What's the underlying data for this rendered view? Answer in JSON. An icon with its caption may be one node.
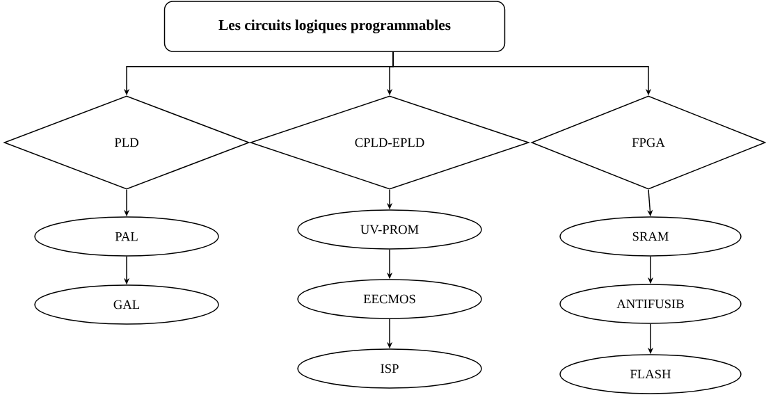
{
  "diagram": {
    "nodes": [
      {
        "text": [
          "Les circuits logiques programmables"
        ]
      },
      {
        "text": [
          "PLD"
        ]
      },
      {
        "text": [
          "CPLD-EPLD"
        ]
      },
      {
        "text": [
          "FPGA"
        ]
      },
      {
        "text": [
          "PAL"
        ]
      },
      {
        "text": [
          "GAL"
        ]
      },
      {
        "text": [
          "UV-PROM"
        ]
      },
      {
        "text": [
          "EECMOS"
        ]
      },
      {
        "text": [
          "ISP"
        ]
      },
      {
        "text": [
          "SRAM"
        ]
      },
      {
        "text": [
          "ANTIFUSIB"
        ]
      },
      {
        "text": [
          "FLASH"
        ]
      }
    ],
    "edges": [
      {
        "from": 0,
        "to": 1,
        "arrow": "to"
      },
      {
        "from": 0,
        "to": 2,
        "arrow": "to"
      },
      {
        "from": 0,
        "to": 3,
        "arrow": "to"
      },
      {
        "from": 1,
        "to": 4,
        "arrow": "to"
      },
      {
        "from": 4,
        "to": 5,
        "arrow": "to"
      },
      {
        "from": 2,
        "to": 6,
        "arrow": "to"
      },
      {
        "from": 6,
        "to": 7,
        "arrow": "to"
      },
      {
        "from": 7,
        "to": 8,
        "arrow": "to"
      },
      {
        "from": 3,
        "to": 9,
        "arrow": "to"
      },
      {
        "from": 9,
        "to": 10,
        "arrow": "to"
      },
      {
        "from": 10,
        "to": 11,
        "arrow": "to"
      }
    ]
  }
}
